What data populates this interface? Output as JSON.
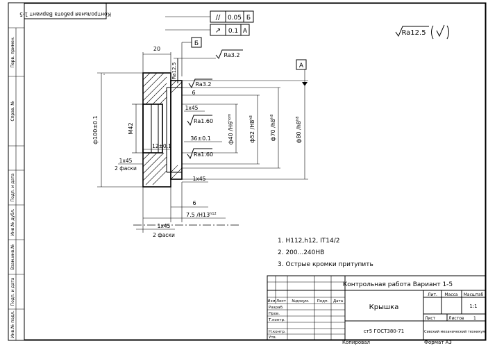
{
  "drawing": {
    "top_stamp": "Контрольная работа Вариант 1-5",
    "margin_columns": [
      "Перв. примен.",
      "Справ. №",
      "Подп. и дата",
      "Инв.№ дубл.",
      "Взам.инв.№",
      "Подп. и дата",
      "Инв.№ подл."
    ],
    "tolerance_frame_1": {
      "symbol": "//",
      "value": "0.05",
      "datum": "Б"
    },
    "tolerance_frame_2": {
      "symbol": "↗",
      "value": "0.1",
      "datum": "А"
    },
    "datum_b": "Б",
    "datum_a": "А",
    "general_roughness": "Ra12.5",
    "dimensions": {
      "d20": "20",
      "d6_top": "6",
      "chamfer_1x45_top": "1x45",
      "d36": "36±0.1",
      "d12": "12±0.1",
      "m42": "M42",
      "phi100": "ф100±0.1",
      "phi40": "ф40 /Н6",
      "phi40_sup": "hom",
      "phi52": "ф52 /Н8",
      "phi52_sup": "h8",
      "phi70": "ф70 /h8",
      "phi70_sup": "h8",
      "phi80": "ф80 /h8",
      "phi80_sup": "h8",
      "chamfer_left": "1x45",
      "chamfer_left_2": "2 фаски",
      "chamfer_right": "1x45",
      "d6_bottom": "6",
      "d75": "7.5 /Н13",
      "d75_sup": "h12",
      "chamfer_bottom": "1x45",
      "chamfer_bottom_2": "2 фаски"
    },
    "roughness": {
      "r1": "Ra3.2",
      "r2": "Ra12.5",
      "r3": "Ra3.2",
      "r4": "Ra1.60",
      "r5": "Ra1.60"
    },
    "notes": [
      "1. Н112,h12, IT14/2",
      "2. 200...240НВ",
      "3. Острые кромки притупить"
    ],
    "title_block": {
      "doc_title": "Контрольная работа Вариант 1-5",
      "part_name": "Крышка",
      "material": "ст5 ГОСТ380-71",
      "org": "Сивский механический техникум",
      "col_lit": "Лит.",
      "col_mass": "Масса",
      "col_scale": "Масштаб",
      "scale_value": "1:1",
      "sheet_label": "Лист",
      "sheets_label": "Листов",
      "sheets_value": "1",
      "row_labels": [
        "Изм",
        "Лист",
        "№докум.",
        "Подп.",
        "Дата"
      ],
      "roles": [
        "Разраб.",
        "Пров.",
        "Т.контр.",
        "",
        "Н.контр.",
        "Утв."
      ],
      "copied": "Копировал",
      "format": "Формат   А3"
    }
  }
}
